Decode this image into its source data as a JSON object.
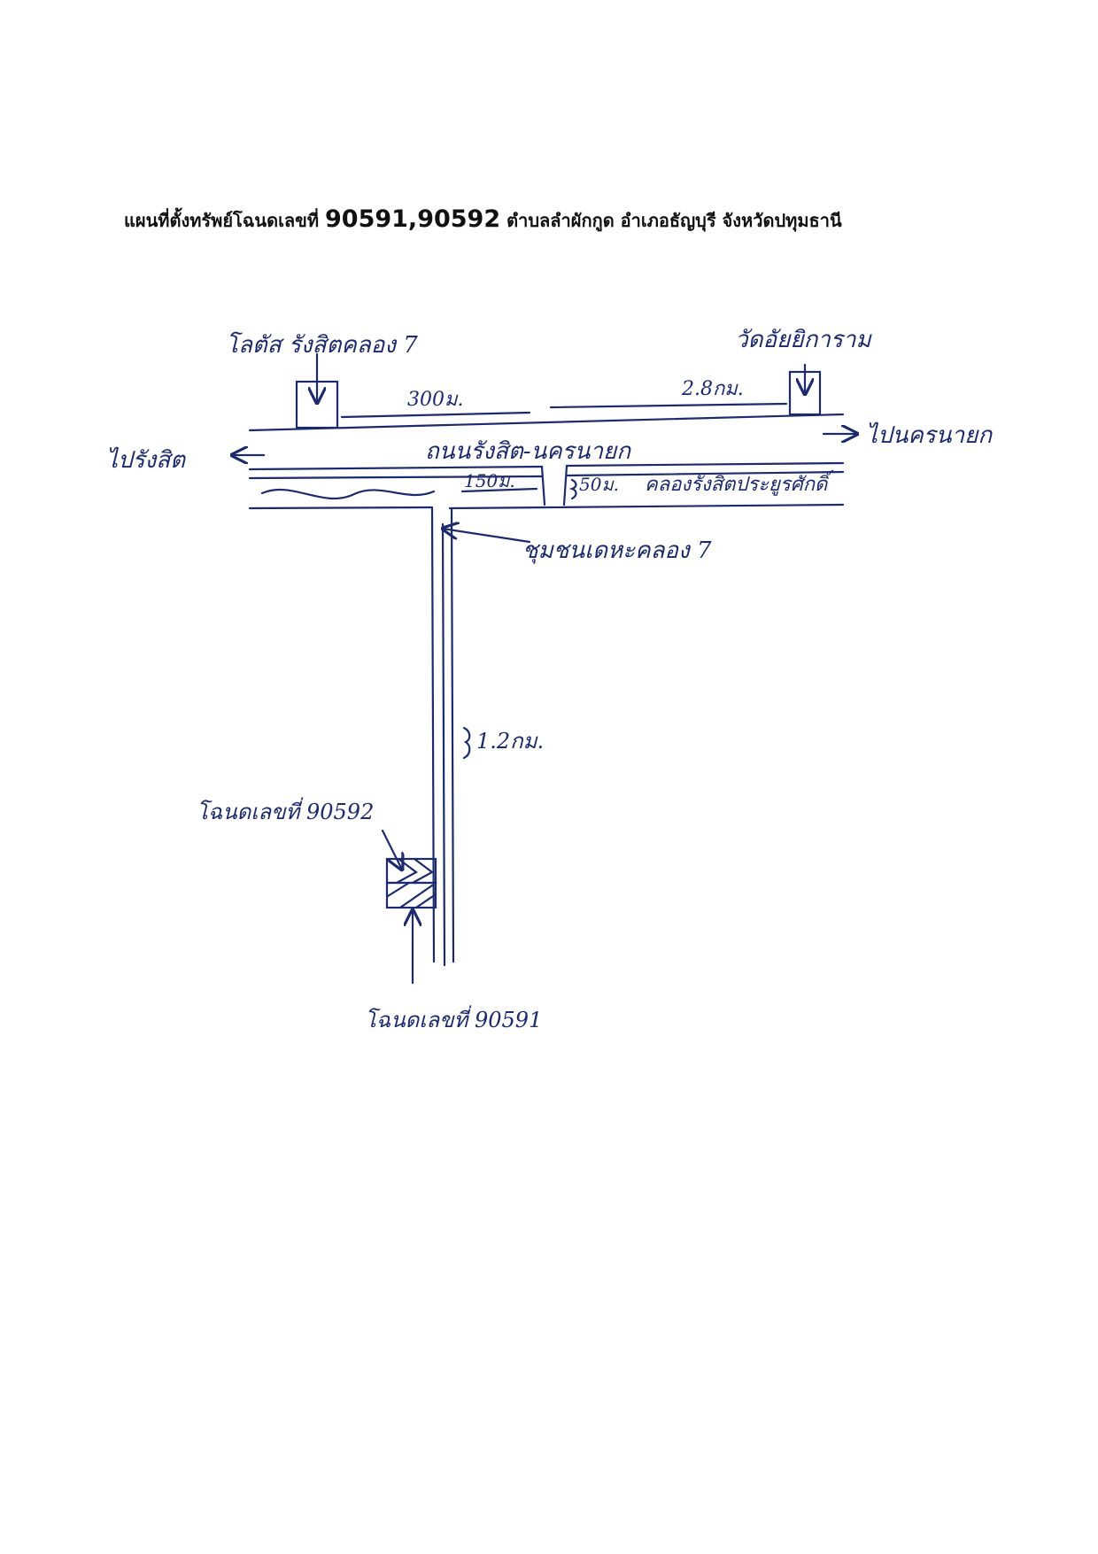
{
  "title": {
    "prefix": "แผนที่ตั้งทรัพย์โฉนดเลขที่",
    "deeds": "90591,90592",
    "suffix": "ตำบลลำผักกูด อำเภอธัญบุรี จังหวัดปทุมธานี"
  },
  "labels": {
    "lotus": "โลตัส รังสิตคลอง 7",
    "temple": "วัดอัยยิการาม",
    "dist_lotus": "300ม.",
    "dist_temple": "2.8กม.",
    "road": "ถนนรังสิต-นครนายก",
    "to_rangsit": "ไปรังสิต",
    "to_nakhon": "ไปนครนายก",
    "dist_150": "150ม.",
    "dist_50": "50ม.",
    "canal": "คลองรังสิตประยูรศักดิ์",
    "community": "ชุมชนเดหะคลอง 7",
    "dist_side": "1.2กม.",
    "deed_90592": "โฉนดเลขที่ 90592",
    "deed_90591": "โฉนดเลขที่ 90591"
  },
  "colors": {
    "ink": "#1c2a6e",
    "title": "#111111"
  }
}
